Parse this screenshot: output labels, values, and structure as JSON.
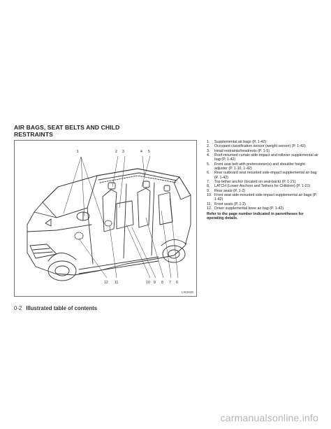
{
  "heading": {
    "line1": "AIR BAGS, SEAT BELTS AND CHILD",
    "line2": "RESTRAINTS"
  },
  "figure": {
    "code": "LIK2628",
    "callouts_top": [
      "1",
      "2",
      "3",
      "4",
      "5"
    ],
    "callouts_bottom": [
      "12",
      "11",
      "10",
      "9",
      "8",
      "7",
      "6"
    ]
  },
  "legend": {
    "items": [
      {
        "num": "1.",
        "text": "Supplemental air bags (P. 1-42)"
      },
      {
        "num": "2.",
        "text": "Occupant classification sensor (weight sensor) (P. 1-42)"
      },
      {
        "num": "3.",
        "text": "Head restraints/headrests (P. 1-5)"
      },
      {
        "num": "4.",
        "text": "Roof-mounted curtain side-impact and rollover supplemental air bag (P. 1-42)"
      },
      {
        "num": "5.",
        "text": "Front seat belt with pretensioner(s) and shoulder height adjuster (P. 1-10, 1-42)"
      },
      {
        "num": "6.",
        "text": "Rear outboard seat mounted side-impact supplemental air bag (P. 1-42)"
      },
      {
        "num": "7.",
        "text": "Top tether anchor (located on seat-back) (P. 1-21)"
      },
      {
        "num": "8.",
        "text": "LATCH (Lower Anchors and Tethers for CHildren) (P. 1-21)"
      },
      {
        "num": "9.",
        "text": "Rear seats (P. 1-2)"
      },
      {
        "num": "10.",
        "text": "Front seat side-mounted side-impact supplemental air bags (P. 1-42)"
      },
      {
        "num": "11.",
        "text": "Front seats (P. 1-2)"
      },
      {
        "num": "12.",
        "text": "Driver supplemental knee air bag (P. 1-42)"
      }
    ],
    "note": "Refer to the page number indicated in parentheses for operating details."
  },
  "footer": {
    "page": "0-2",
    "section": "Illustrated table of contents"
  },
  "watermark": "carmanualsonline.info"
}
